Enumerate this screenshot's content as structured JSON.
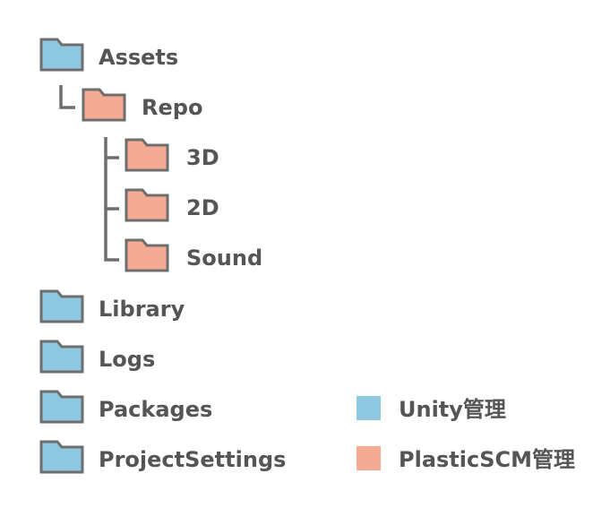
{
  "folders": {
    "assets": {
      "label": "Assets",
      "category": "unity"
    },
    "repo": {
      "label": "Repo",
      "category": "plastic"
    },
    "folder_3d": {
      "label": "3D",
      "category": "plastic"
    },
    "folder_2d": {
      "label": "2D",
      "category": "plastic"
    },
    "sound": {
      "label": "Sound",
      "category": "plastic"
    },
    "library": {
      "label": "Library",
      "category": "unity"
    },
    "logs": {
      "label": "Logs",
      "category": "unity"
    },
    "packages": {
      "label": "Packages",
      "category": "unity"
    },
    "project_settings": {
      "label": "ProjectSettings",
      "category": "unity"
    }
  },
  "legend": {
    "unity": {
      "label": "Unity管理"
    },
    "plastic": {
      "label": "PlasticSCM管理"
    }
  },
  "colors": {
    "unity": "#8ec8e0",
    "plastic": "#f5ab92",
    "outline": "#6e6e6e",
    "text": "#555555"
  },
  "icons": {
    "folder": "folder-icon",
    "swatch": "legend-swatch"
  }
}
